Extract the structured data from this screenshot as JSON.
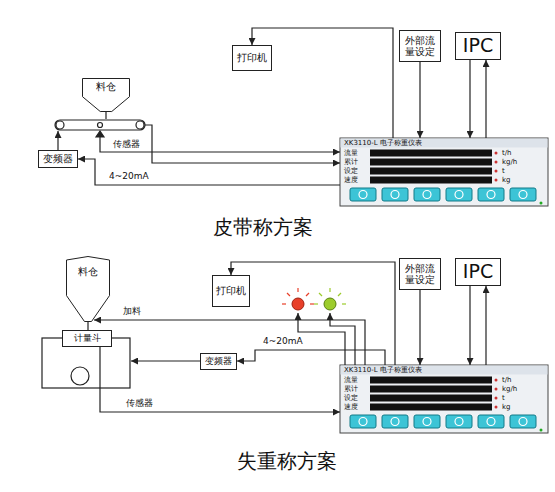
{
  "diagram": {
    "nodes": [
      {
        "text": [
          "料仓"
        ]
      },
      {
        "text": [
          "变频器"
        ]
      },
      {
        "text": [
          "打印机"
        ]
      },
      {
        "text": [
          "外部流量设定"
        ]
      },
      {
        "text": [
          "IPC"
        ]
      },
      {
        "text": [
          "XK3110-L 电子称重仪表",
          "流量",
          "累计",
          "设定",
          "速度",
          "t/h",
          "kg/h",
          "t",
          "kg"
        ]
      },
      {
        "text": [
          "料仓"
        ]
      },
      {
        "text": [
          "计量斗"
        ]
      },
      {
        "text": [
          "变频器"
        ]
      },
      {
        "text": [
          "打印机"
        ]
      },
      {
        "text": [
          "外部流量设定"
        ]
      },
      {
        "text": [
          "IPC"
        ]
      },
      {
        "text": [
          "XK3110-L 电子称重仪表",
          "流量",
          "累计",
          "设定",
          "速度",
          "t/h",
          "kg/h",
          "t",
          "kg"
        ]
      }
    ],
    "edges": [
      {
        "from": 5,
        "to": 2,
        "arrow": "to"
      },
      {
        "from": 3,
        "to": 5,
        "arrow": "to"
      },
      {
        "from": 4,
        "to": 5,
        "arrow": "to"
      },
      {
        "from": 5,
        "to": 4,
        "arrow": "to"
      },
      {
        "from": 5,
        "to": 1,
        "arrow": "to",
        "label": "4~20mA"
      },
      {
        "from": 12,
        "to": 6,
        "arrow": "to",
        "label": "加料"
      },
      {
        "from": 12,
        "to": 8,
        "arrow": "to",
        "label": "4~20mA"
      },
      {
        "from": 7,
        "to": 12,
        "arrow": "to",
        "label": "传感器"
      },
      {
        "from": 12,
        "to": 9,
        "arrow": "to"
      },
      {
        "from": 10,
        "to": 12,
        "arrow": "to"
      },
      {
        "from": 11,
        "to": 12,
        "arrow": "to"
      },
      {
        "from": 12,
        "to": 11,
        "arrow": "to"
      }
    ],
    "labels": [
      "传感器",
      "皮带称方案",
      "失重称方案"
    ]
  }
}
